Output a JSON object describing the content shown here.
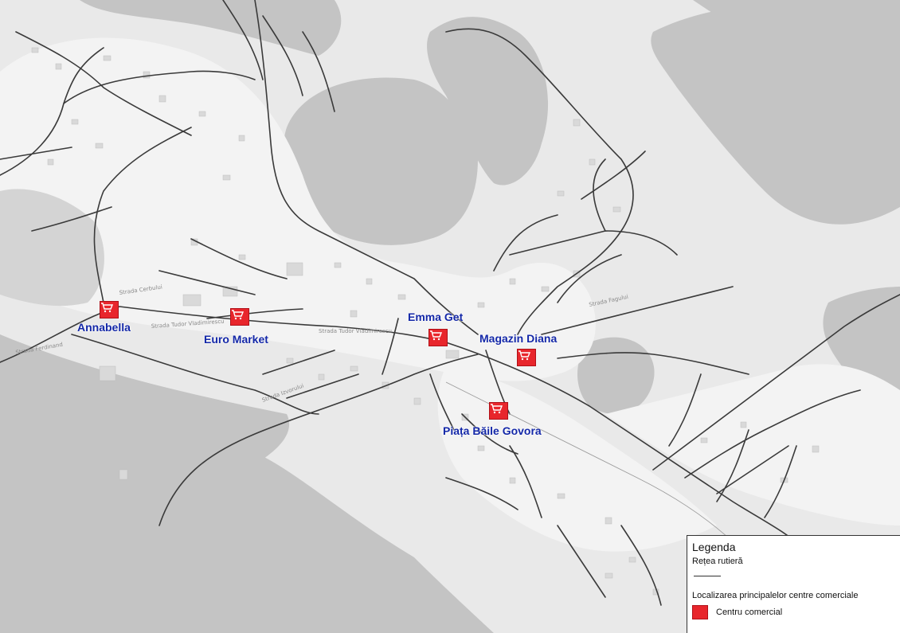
{
  "map": {
    "land_color": "#e9e9e9",
    "water_color": "#c4c4c4",
    "road_color": "#3a3a3a",
    "marker_color": "#e8262c",
    "label_color": "#1428a8",
    "streets": [
      "Strada Tudor Vladimirescu",
      "Strada Tudor Vladimirescu",
      "Strada Cerbului",
      "Strada Izvorului",
      "Strada Fagului",
      "Strada Ferdinand"
    ]
  },
  "pois": [
    {
      "id": "annabella",
      "label": "Annabella",
      "icon": "shopping-cart-icon"
    },
    {
      "id": "euro-market",
      "label": "Euro Market",
      "icon": "shopping-cart-icon"
    },
    {
      "id": "emma-get",
      "label": "Emma Get",
      "icon": "shopping-cart-icon"
    },
    {
      "id": "magazin-diana",
      "label": "Magazin Diana",
      "icon": "shopping-cart-icon"
    },
    {
      "id": "piata-baile-govora",
      "label": "Piața Băile Govora",
      "icon": "shopping-cart-icon"
    }
  ],
  "legend": {
    "title": "Legenda",
    "road_network": "Rețea rutieră",
    "centers_title": "Localizarea principalelor centre comerciale",
    "center_item": "Centru comercial"
  }
}
